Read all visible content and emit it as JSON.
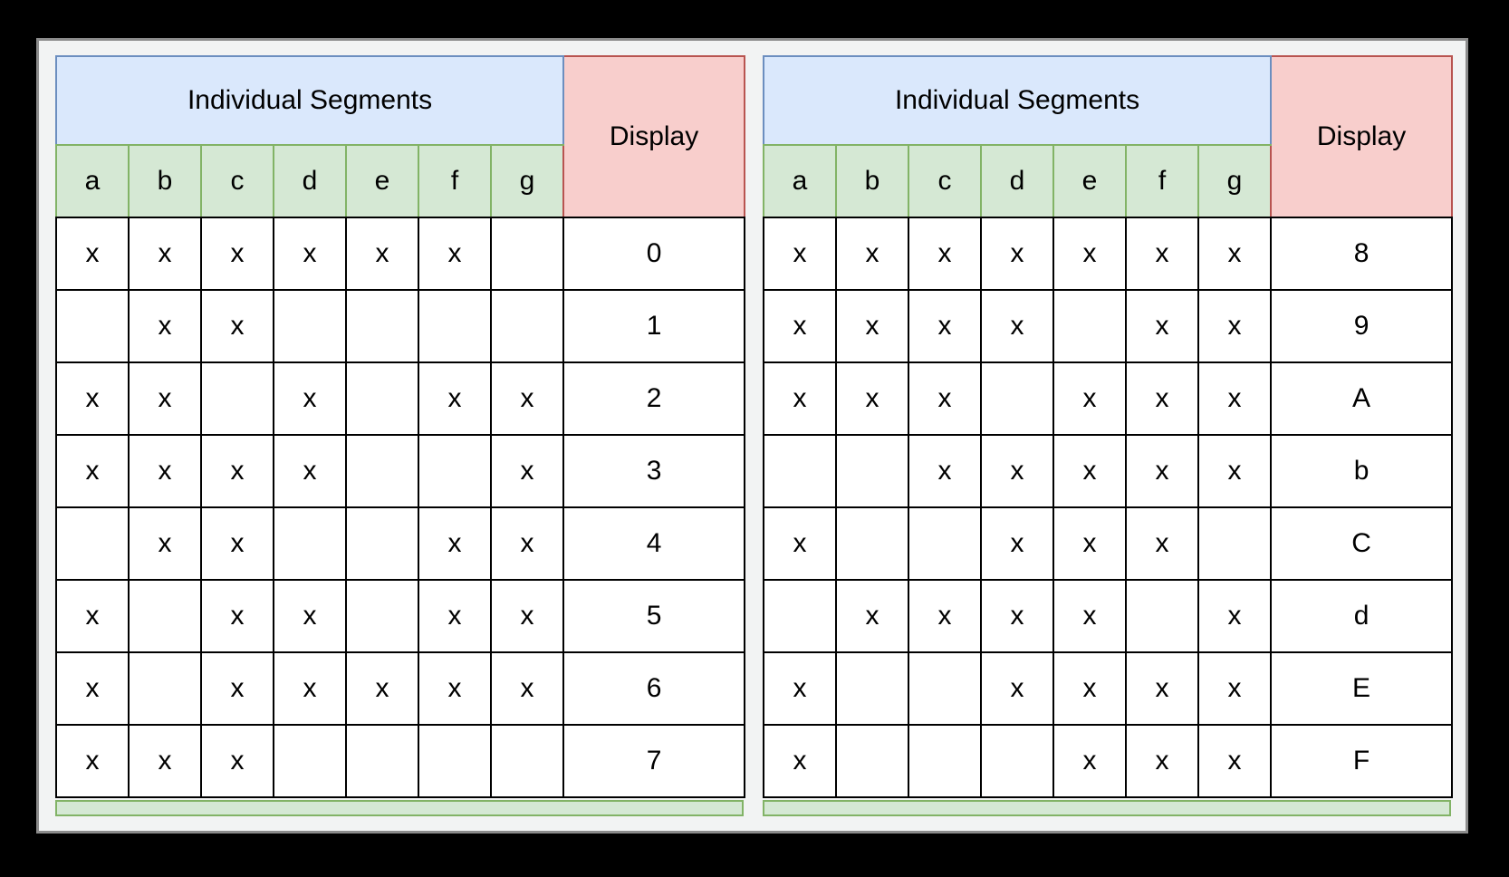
{
  "colors": {
    "panel_fill": "#f2f3f3",
    "panel_stroke": "#8c8c8c",
    "segments_header_fill": "#dae8fc",
    "segments_header_stroke": "#6c8ebf",
    "column_header_fill": "#d5e8d4",
    "column_header_stroke": "#82b366",
    "display_header_fill": "#f8cecc",
    "display_header_stroke": "#b85450",
    "cell_stroke": "#000000"
  },
  "mark": "x",
  "tables": [
    {
      "segments_header": "Individual Segments",
      "display_header": "Display",
      "columns": [
        "a",
        "b",
        "c",
        "d",
        "e",
        "f",
        "g"
      ],
      "rows": [
        {
          "display": "0",
          "marks": [
            "x",
            "x",
            "x",
            "x",
            "x",
            "x",
            ""
          ]
        },
        {
          "display": "1",
          "marks": [
            "",
            "x",
            "x",
            "",
            "",
            "",
            ""
          ]
        },
        {
          "display": "2",
          "marks": [
            "x",
            "x",
            "",
            "x",
            "",
            "x",
            "x"
          ]
        },
        {
          "display": "3",
          "marks": [
            "x",
            "x",
            "x",
            "x",
            "",
            "",
            "x"
          ]
        },
        {
          "display": "4",
          "marks": [
            "",
            "x",
            "x",
            "",
            "",
            "x",
            "x"
          ]
        },
        {
          "display": "5",
          "marks": [
            "x",
            "",
            "x",
            "x",
            "",
            "x",
            "x"
          ]
        },
        {
          "display": "6",
          "marks": [
            "x",
            "",
            "x",
            "x",
            "x",
            "x",
            "x"
          ]
        },
        {
          "display": "7",
          "marks": [
            "x",
            "x",
            "x",
            "",
            "",
            "",
            ""
          ]
        }
      ]
    },
    {
      "segments_header": "Individual Segments",
      "display_header": "Display",
      "columns": [
        "a",
        "b",
        "c",
        "d",
        "e",
        "f",
        "g"
      ],
      "rows": [
        {
          "display": "8",
          "marks": [
            "x",
            "x",
            "x",
            "x",
            "x",
            "x",
            "x"
          ]
        },
        {
          "display": "9",
          "marks": [
            "x",
            "x",
            "x",
            "x",
            "",
            "x",
            "x"
          ]
        },
        {
          "display": "A",
          "marks": [
            "x",
            "x",
            "x",
            "",
            "x",
            "x",
            "x"
          ]
        },
        {
          "display": "b",
          "marks": [
            "",
            "",
            "x",
            "x",
            "x",
            "x",
            "x"
          ]
        },
        {
          "display": "C",
          "marks": [
            "x",
            "",
            "",
            "x",
            "x",
            "x",
            ""
          ]
        },
        {
          "display": "d",
          "marks": [
            "",
            "x",
            "x",
            "x",
            "x",
            "",
            "x"
          ]
        },
        {
          "display": "E",
          "marks": [
            "x",
            "",
            "",
            "x",
            "x",
            "x",
            "x"
          ]
        },
        {
          "display": "F",
          "marks": [
            "x",
            "",
            "",
            "",
            "x",
            "x",
            "x"
          ]
        }
      ]
    }
  ]
}
